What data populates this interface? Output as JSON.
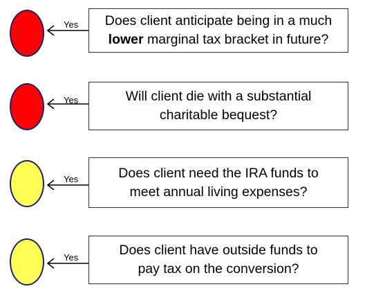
{
  "rows": [
    {
      "indicator_color": "#ff0000",
      "yes_label": "Yes",
      "question": {
        "line1": "Does client anticipate being in a much",
        "line2_bold": "lower",
        "line2_rest": " marginal tax bracket in future?"
      }
    },
    {
      "indicator_color": "#ff0000",
      "yes_label": "Yes",
      "question": {
        "line1": "Will client die with a substantial",
        "line2": "charitable bequest?"
      }
    },
    {
      "indicator_color": "#ffff55",
      "yes_label": "Yes",
      "question": {
        "line1": "Does client need the IRA funds to",
        "line2": "meet annual living expenses?"
      }
    },
    {
      "indicator_color": "#ffff55",
      "yes_label": "Yes",
      "question": {
        "line1": "Does client have outside funds to",
        "line2": "pay tax on the conversion?"
      }
    }
  ]
}
